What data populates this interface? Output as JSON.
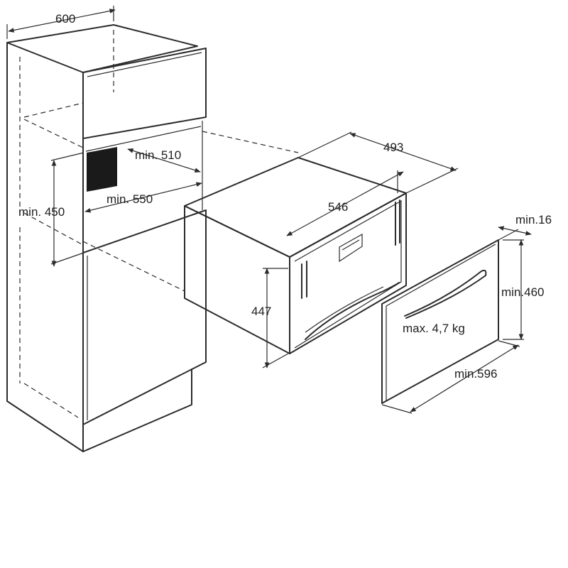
{
  "labels": {
    "cabinet_width": "600",
    "opening_depth": "min. 510",
    "opening_width": "min. 550",
    "opening_height": "min. 450",
    "appliance_depth": "493",
    "appliance_width": "546",
    "appliance_height": "447",
    "door_thickness": "min.16",
    "door_height": "min.460",
    "door_width": "min.596",
    "door_weight": "max. 4,7 kg"
  },
  "colors": {
    "line": "#2b2b2b",
    "background": "#ffffff",
    "niche_shadow": "#1a1a1a"
  }
}
